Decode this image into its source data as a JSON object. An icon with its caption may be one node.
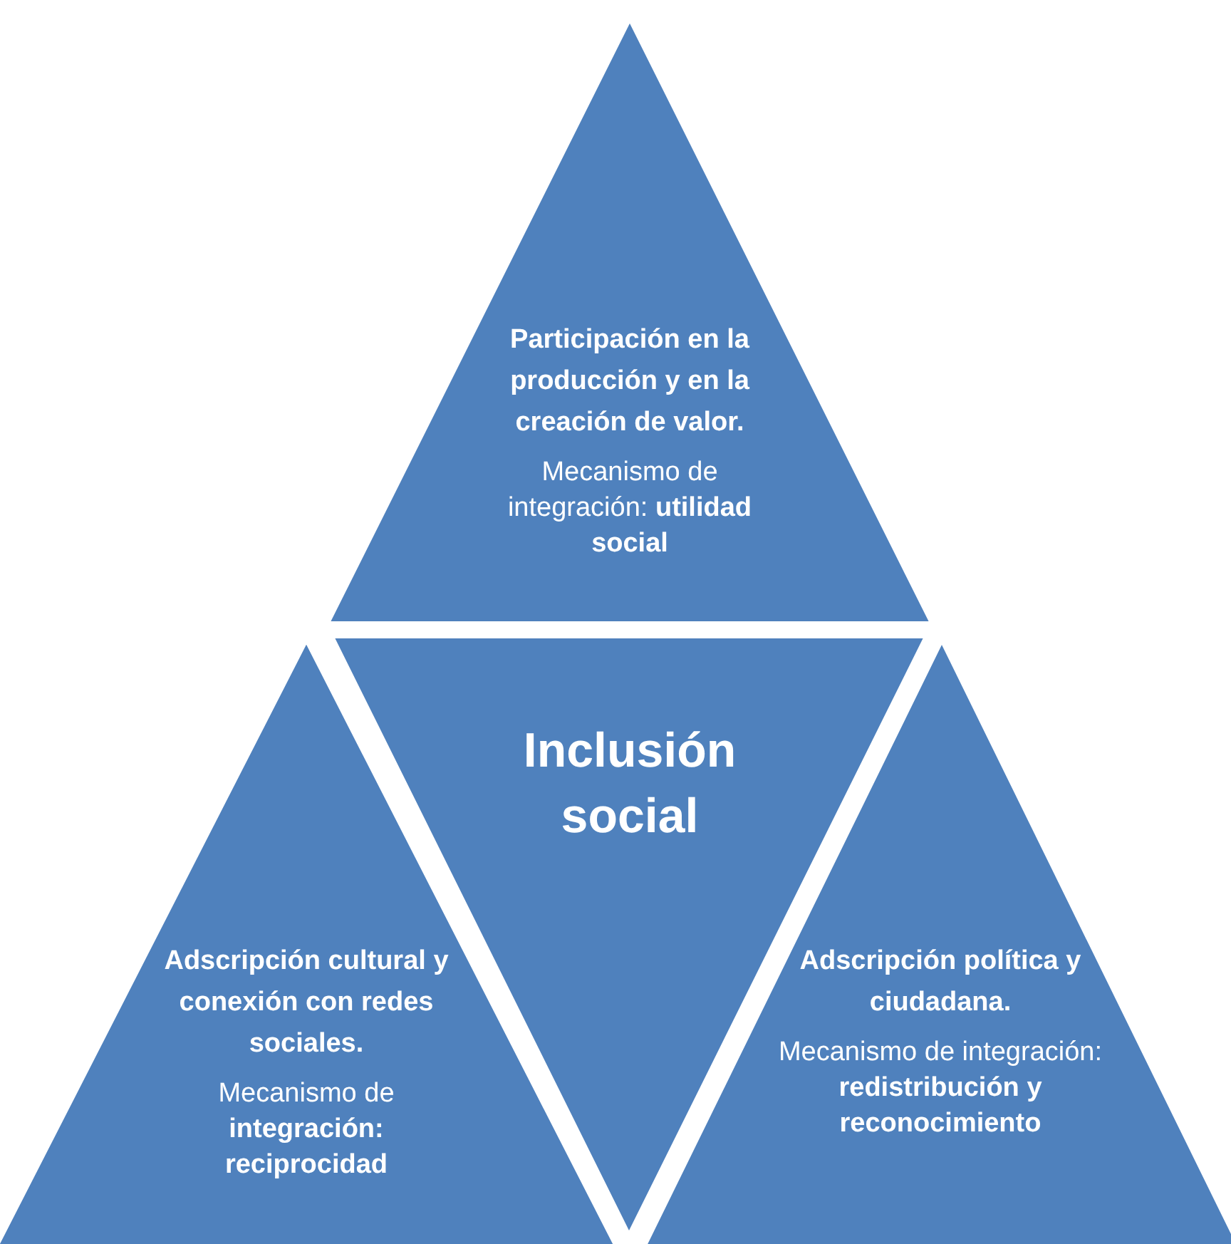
{
  "diagram": {
    "nodes": [
      {
        "text": [
          "Participación en la producción y en la creación de valor.",
          "Mecanismo de integración: **utilidad social**"
        ]
      },
      {
        "text": [
          "Inclusión social"
        ]
      },
      {
        "text": [
          "Adscripción cultural y conexión con redes sociales.",
          "Mecanismo de **integración: reciprocidad**"
        ]
      },
      {
        "text": [
          "Adscripción política y ciudadana.",
          "Mecanismo de integración: **redistribución y reconocimiento**"
        ]
      }
    ]
  }
}
